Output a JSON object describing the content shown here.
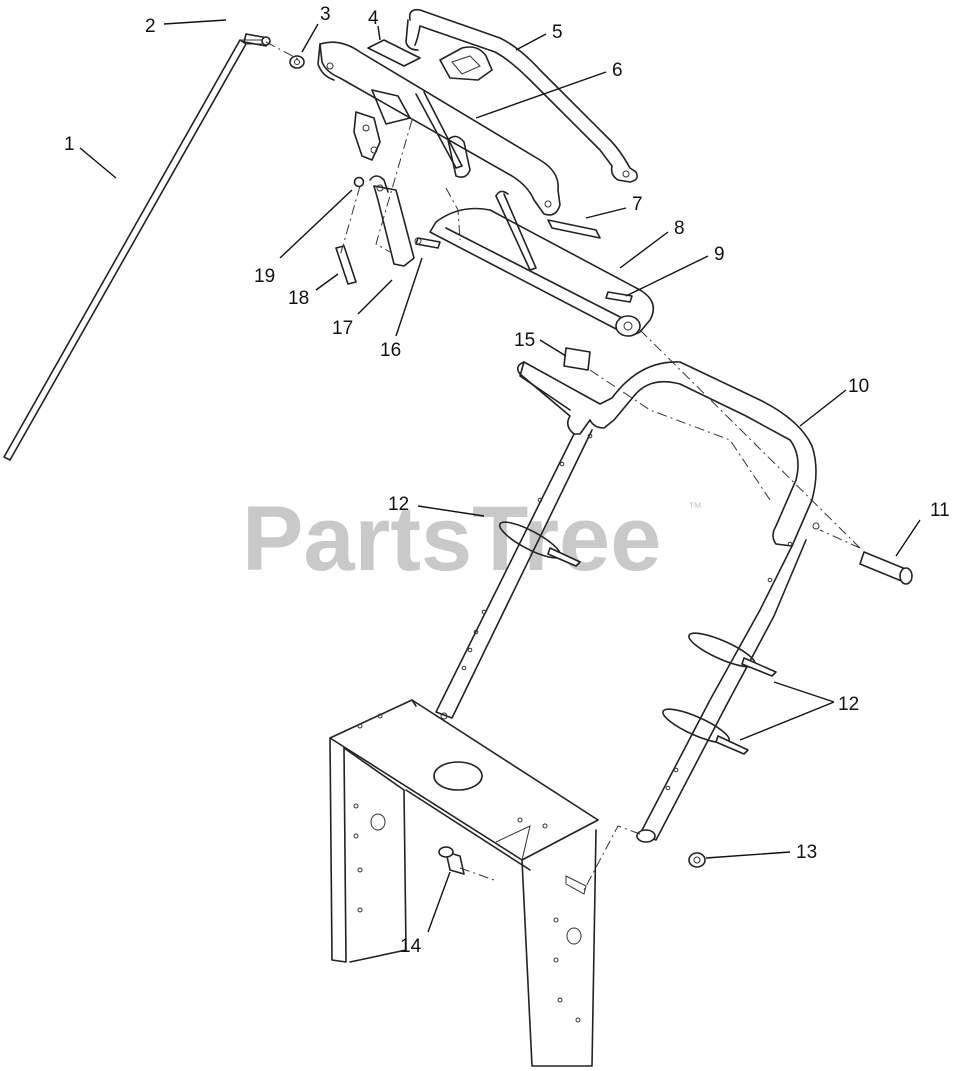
{
  "watermark": {
    "text": "PartsTree",
    "mark": "™"
  },
  "callouts": [
    {
      "id": "c1",
      "label": "1"
    },
    {
      "id": "c2",
      "label": "2"
    },
    {
      "id": "c3",
      "label": "3"
    },
    {
      "id": "c4",
      "label": "4"
    },
    {
      "id": "c5",
      "label": "5"
    },
    {
      "id": "c6",
      "label": "6"
    },
    {
      "id": "c7",
      "label": "7"
    },
    {
      "id": "c8",
      "label": "8"
    },
    {
      "id": "c9",
      "label": "9"
    },
    {
      "id": "c10",
      "label": "10"
    },
    {
      "id": "c11",
      "label": "11"
    },
    {
      "id": "c12a",
      "label": "12"
    },
    {
      "id": "c12b",
      "label": "12"
    },
    {
      "id": "c13",
      "label": "13"
    },
    {
      "id": "c14",
      "label": "14"
    },
    {
      "id": "c15",
      "label": "15"
    },
    {
      "id": "c16",
      "label": "16"
    },
    {
      "id": "c17",
      "label": "17"
    },
    {
      "id": "c18",
      "label": "18"
    },
    {
      "id": "c19",
      "label": "19"
    }
  ]
}
